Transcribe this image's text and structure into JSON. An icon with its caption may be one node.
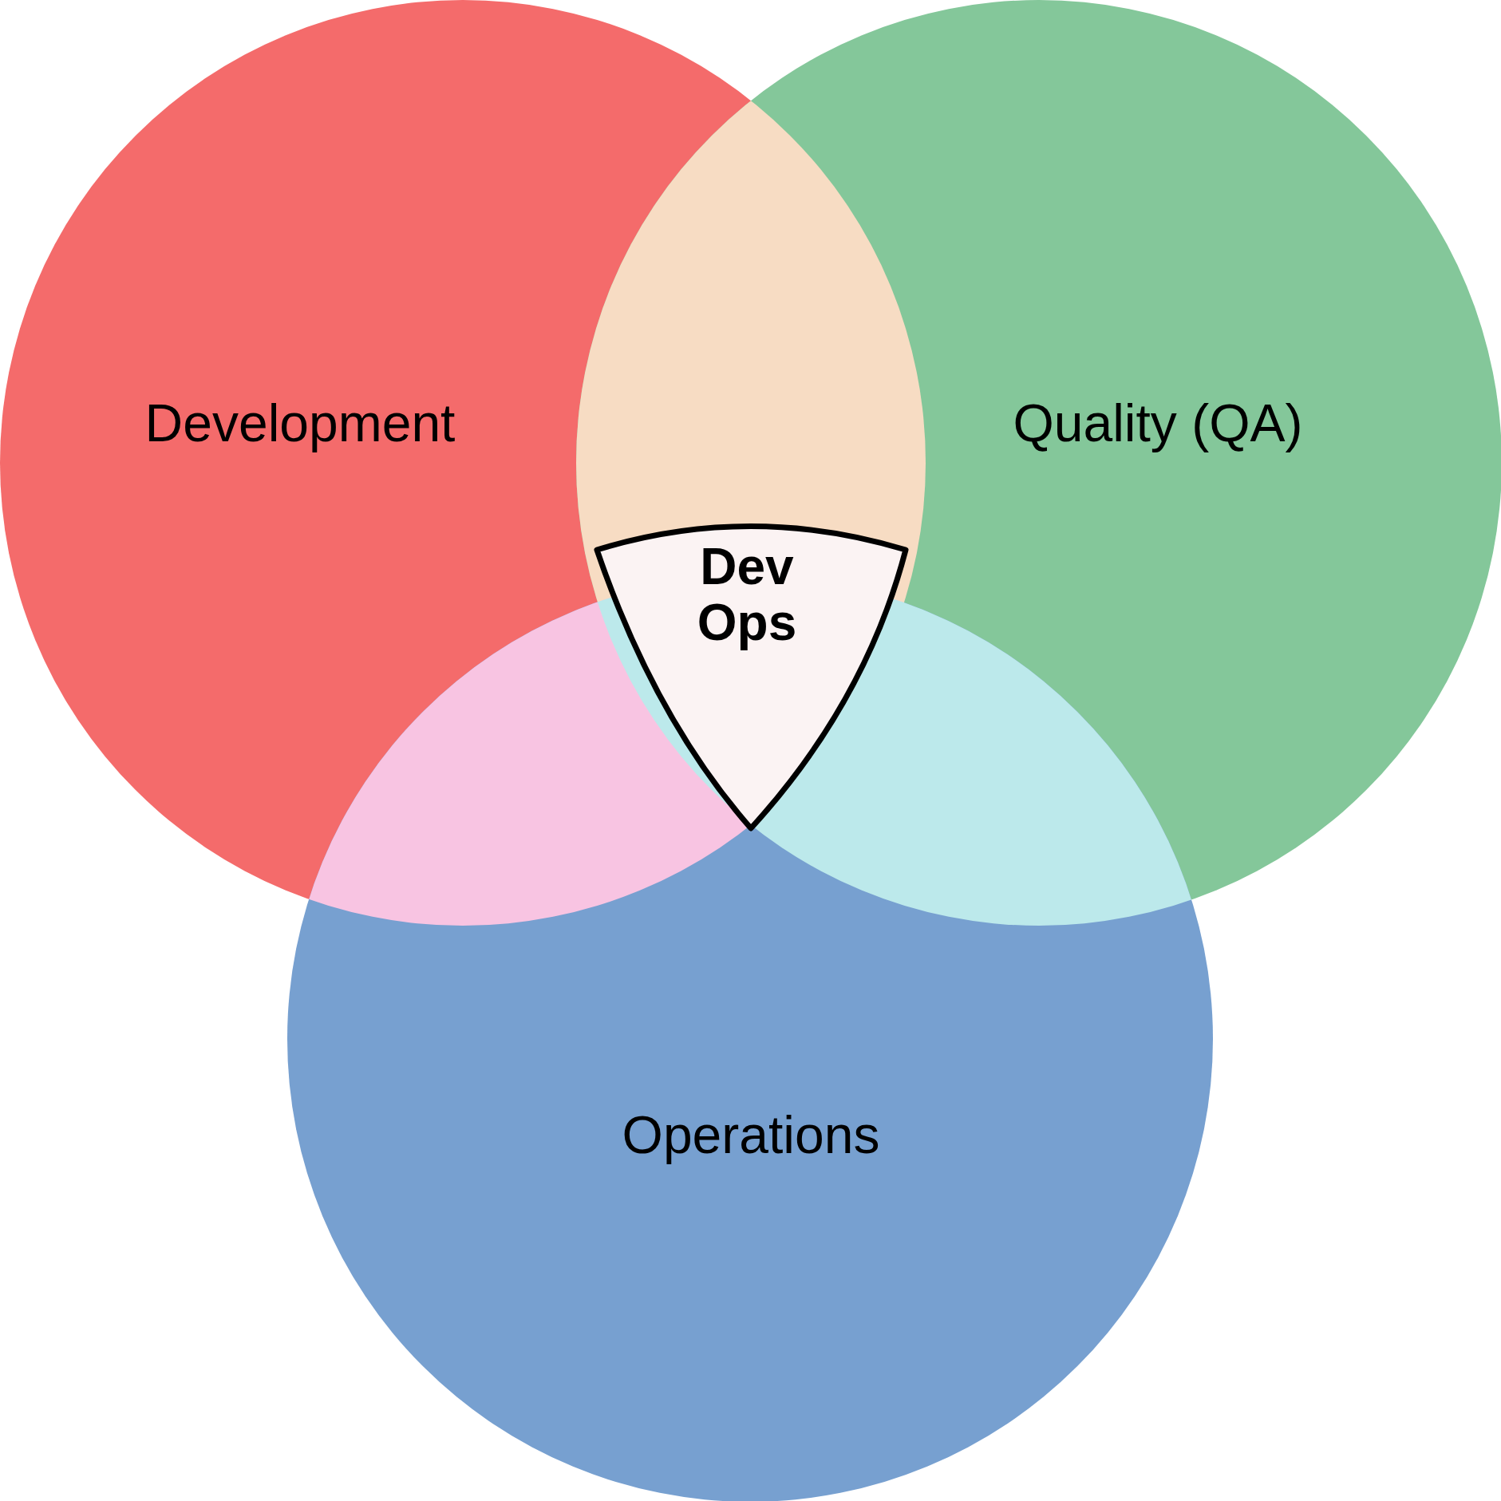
{
  "diagram": {
    "nodes": [
      {
        "text": [
          "Development"
        ]
      },
      {
        "text": [
          "Quality (QA)"
        ]
      },
      {
        "text": [
          "Operations"
        ]
      },
      {
        "text": [
          "Dev Ops"
        ]
      }
    ],
    "edges": []
  }
}
